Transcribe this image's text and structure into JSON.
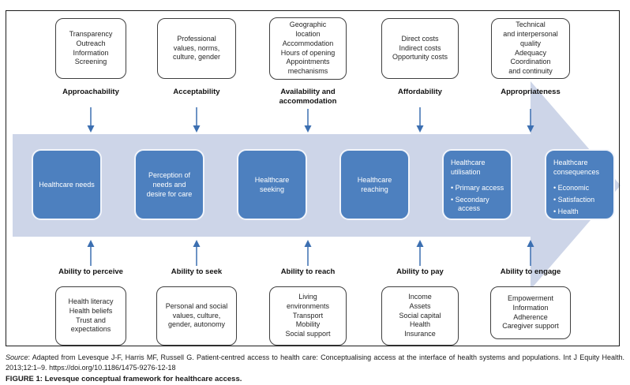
{
  "colors": {
    "band": "#cdd5e8",
    "flow_box": "#4d80bf",
    "flow_box_border": "#f2f5fb",
    "connector": "#3c6fb1",
    "fig_border": "#1c1c1c",
    "box_border": "#3f3f3f",
    "text": "#262626"
  },
  "columns": [
    {
      "determinant": "Transparency\nOutreach\nInformation\nScreening",
      "dimension": "Approachability",
      "ability": "Ability to perceive",
      "ability_factors": "Health literacy\nHealth beliefs\nTrust and\nexpectations"
    },
    {
      "determinant": "Professional\nvalues, norms,\nculture, gender",
      "dimension": "Acceptability",
      "ability": "Ability to seek",
      "ability_factors": "Personal and social\nvalues, culture,\ngender, autonomy"
    },
    {
      "determinant": "Geographic\nlocation\nAccommodation\nHours of opening\nAppointments\nmechanisms",
      "dimension": "Availability and\naccommodation",
      "ability": "Ability to reach",
      "ability_factors": "Living\nenvironments\nTransport\nMobility\nSocial support"
    },
    {
      "determinant": "Direct costs\nIndirect costs\nOpportunity costs",
      "dimension": "Affordability",
      "ability": "Ability to pay",
      "ability_factors": "Income\nAssets\nSocial capital\nHealth\nInsurance"
    },
    {
      "determinant": "Technical\nand interpersonal\nquality\nAdequacy\nCoordination\nand continuity",
      "dimension": "Appropriateness",
      "ability": "Ability to engage",
      "ability_factors": "Empowerment\nInformation\nAdherence\nCaregiver support"
    }
  ],
  "flow": [
    {
      "text": "Healthcare needs"
    },
    {
      "text": "Perception of\nneeds and\ndesire for care"
    },
    {
      "text": "Healthcare\nseeking"
    },
    {
      "text": "Healthcare\nreaching"
    },
    {
      "title": "Healthcare\nutilisation",
      "bullets": [
        "Primary access",
        "Secondary access"
      ]
    },
    {
      "title": "Healthcare\nconsequences",
      "bullets": [
        "Economic",
        "Satisfaction",
        "Health"
      ]
    }
  ],
  "footer": {
    "source_label": "Source",
    "source_text": ": Adapted from Levesque J-F, Harris MF, Russell G. Patient-centred access to health care: Conceptualising access at the interface of health systems and populations. Int J Equity Health. 2013;12:1–9.",
    "source_doi": "https://doi.org/10.1186/1475-9276-12-18",
    "caption_label": "FIGURE 1:",
    "caption_text": "Levesque conceptual framework for healthcare access."
  }
}
